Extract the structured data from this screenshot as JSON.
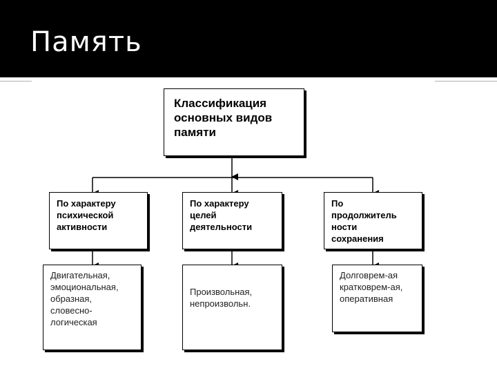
{
  "title": "Память",
  "diagram": {
    "root": "Классификация\nосновных видов\nпамяти",
    "categories": [
      "По характеру\nпсихической\nактивности",
      "По характеру\nцелей\nдеятельности",
      "По\nпродолжитель\nности\nсохранения"
    ],
    "types": [
      "Двигательная,\nэмоциональная,\nобразная,\nсловесно-\nлогическая",
      "Произвольная,\nнепроизвольн.",
      "Долговрем-ая\nкратковрем-ая,\nоперативная"
    ]
  },
  "colors": {
    "header_bg": "#000000",
    "title_text": "#ffffff",
    "line": "#000000"
  }
}
